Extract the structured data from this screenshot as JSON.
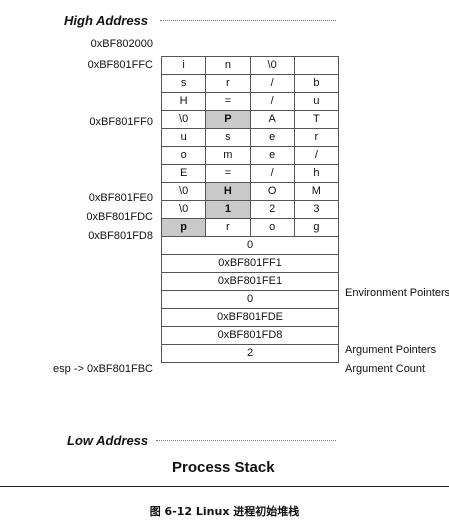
{
  "diagram": {
    "high_label": "High Address",
    "low_label": "Low Address",
    "top_address": "0xBF802000",
    "rows": [
      {
        "addr": "0xBF801FFC",
        "cells": [
          "i",
          "n",
          "\\0",
          ""
        ]
      },
      {
        "addr": "",
        "cells": [
          "s",
          "r",
          "/",
          "b"
        ]
      },
      {
        "addr": "",
        "cells": [
          "H",
          "=",
          "/",
          "u"
        ]
      },
      {
        "addr": "0xBF801FF0",
        "cells": [
          "\\0",
          "P",
          "A",
          "T"
        ]
      },
      {
        "addr": "",
        "cells": [
          "u",
          "s",
          "e",
          "r"
        ]
      },
      {
        "addr": "",
        "cells": [
          "o",
          "m",
          "e",
          "/"
        ]
      },
      {
        "addr": "",
        "cells": [
          "E",
          "=",
          "/",
          "h"
        ]
      },
      {
        "addr": "0xBF801FE0",
        "cells": [
          "\\0",
          "H",
          "O",
          "M"
        ]
      },
      {
        "addr": "0xBF801FDC",
        "cells": [
          "\\0",
          "1",
          "2",
          "3"
        ]
      },
      {
        "addr": "0xBF801FD8",
        "cells": [
          "p",
          "r",
          "o",
          "g"
        ]
      },
      {
        "addr": "",
        "value": "0",
        "note": ""
      },
      {
        "addr": "",
        "value": "0xBF801FF1",
        "note": ""
      },
      {
        "addr": "",
        "value": "0xBF801FE1",
        "note": "Environment Pointers"
      },
      {
        "addr": "",
        "value": "0",
        "note": ""
      },
      {
        "addr": "",
        "value": "0xBF801FDE",
        "note": ""
      },
      {
        "addr": "",
        "value": "0xBF801FD8",
        "note": "Argument Pointers"
      },
      {
        "addr": "esp -> 0xBF801FBC",
        "value": "2",
        "note": "Argument Count"
      }
    ],
    "title": "Process Stack"
  },
  "caption": "图 6-12  Linux 进程初始堆栈"
}
